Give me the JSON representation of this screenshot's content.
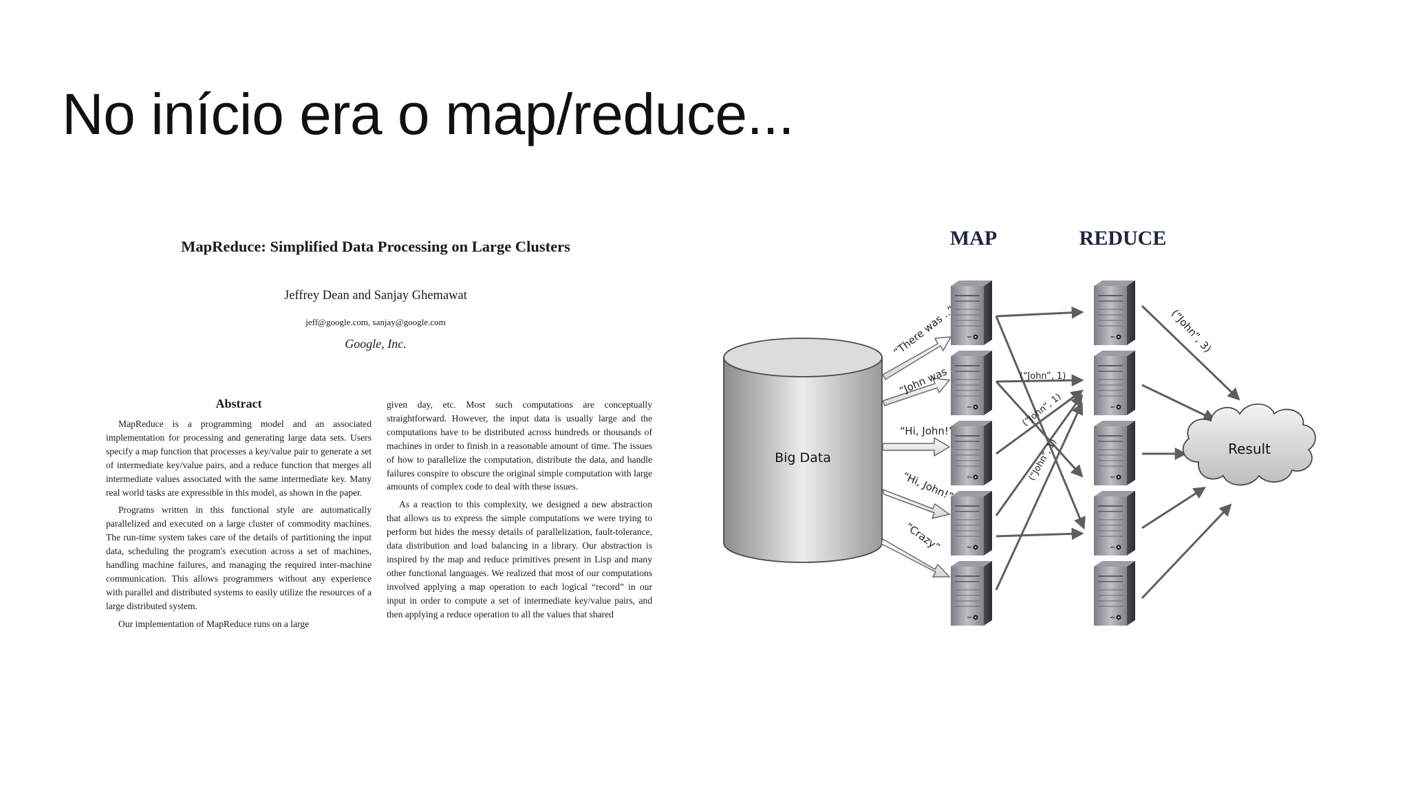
{
  "slide": {
    "title": "No início era o map/reduce..."
  },
  "paper": {
    "title": "MapReduce: Simplified Data Processing on Large Clusters",
    "authors": "Jeffrey Dean and Sanjay Ghemawat",
    "emails": "jeff@google.com, sanjay@google.com",
    "org": "Google, Inc.",
    "abstract_heading": "Abstract",
    "left_paragraphs": [
      "MapReduce is a programming model and an associated implementation for processing and generating large data sets. Users specify a map function that processes a key/value pair to generate a set of intermediate key/value pairs, and a reduce function that merges all intermediate values associated with the same intermediate key. Many real world tasks are expressible in this model, as shown in the paper.",
      "Programs written in this functional style are automatically parallelized and executed on a large cluster of commodity machines. The run-time system takes care of the details of partitioning the input data, scheduling the program's execution across a set of machines, handling machine failures, and managing the required inter-machine communication. This allows programmers without any experience with parallel and distributed systems to easily utilize the resources of a large distributed system.",
      "Our implementation of MapReduce runs on a large"
    ],
    "right_paragraphs": [
      "given day, etc. Most such computations are conceptually straightforward. However, the input data is usually large and the computations have to be distributed across hundreds or thousands of machines in order to finish in a reasonable amount of time. The issues of how to parallelize the computation, distribute the data, and handle failures conspire to obscure the original simple computation with large amounts of complex code to deal with these issues.",
      "As a reaction to this complexity, we designed a new abstraction that allows us to express the simple computations we were trying to perform but hides the messy details of parallelization, fault-tolerance, data distribution and load balancing in a library. Our abstraction is inspired by the map and reduce primitives present in Lisp and many other functional languages. We realized that most of our computations involved applying a map operation to each logical “record” in our input in order to compute a set of intermediate key/value pairs, and then applying a reduce operation to all the values that shared"
    ]
  },
  "diagram": {
    "map_label": "MAP",
    "reduce_label": "REDUCE",
    "source_label": "Big Data",
    "result_label": "Result",
    "input_labels": [
      "“There was ..”",
      "“John was ..”",
      "“Hi, John!”",
      "“Hi, John!”",
      "“Crazy”"
    ],
    "pair_labels": [
      "(“John”, 1)",
      "(“John”, 1)",
      "(“John”, 1)"
    ],
    "output_label": "(“John”, 3)",
    "map_server_icon": "server-icon",
    "reduce_server_icon": "server-icon"
  }
}
